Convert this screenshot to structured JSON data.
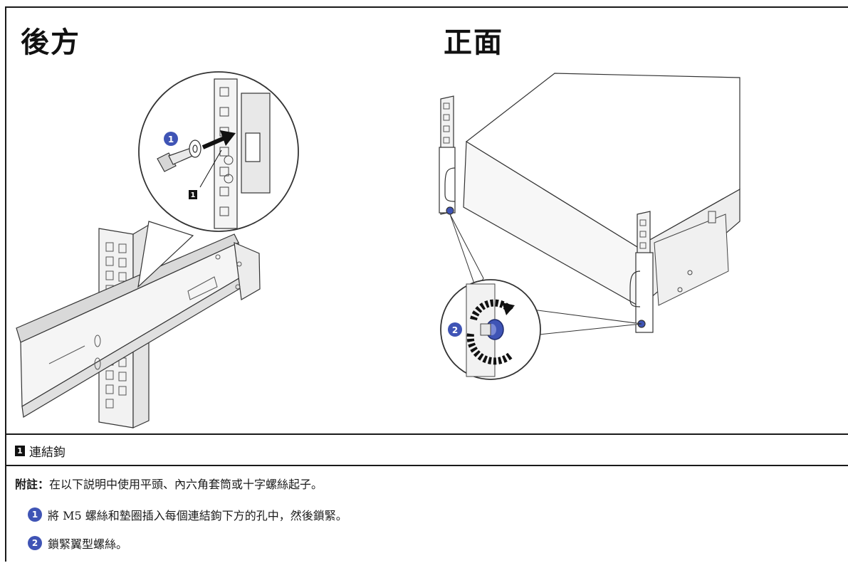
{
  "figure": {
    "header_left": "後方",
    "header_right": "正面",
    "callout_1": "1",
    "callout_2": "2",
    "marker_1": "1",
    "accent_color": "#3f54b5"
  },
  "legend": {
    "number": "1",
    "label": "連結鉤"
  },
  "notes": {
    "note_label": "附註：",
    "note_text": "在以下説明中使用平頭、內六角套筒或十字螺絲起子。",
    "steps": [
      {
        "number": "1",
        "text": "將 M5 螺絲和墊圈插入每個連結鉤下方的孔中，然後鎖緊。"
      },
      {
        "number": "2",
        "text": "鎖緊翼型螺絲。"
      }
    ]
  }
}
